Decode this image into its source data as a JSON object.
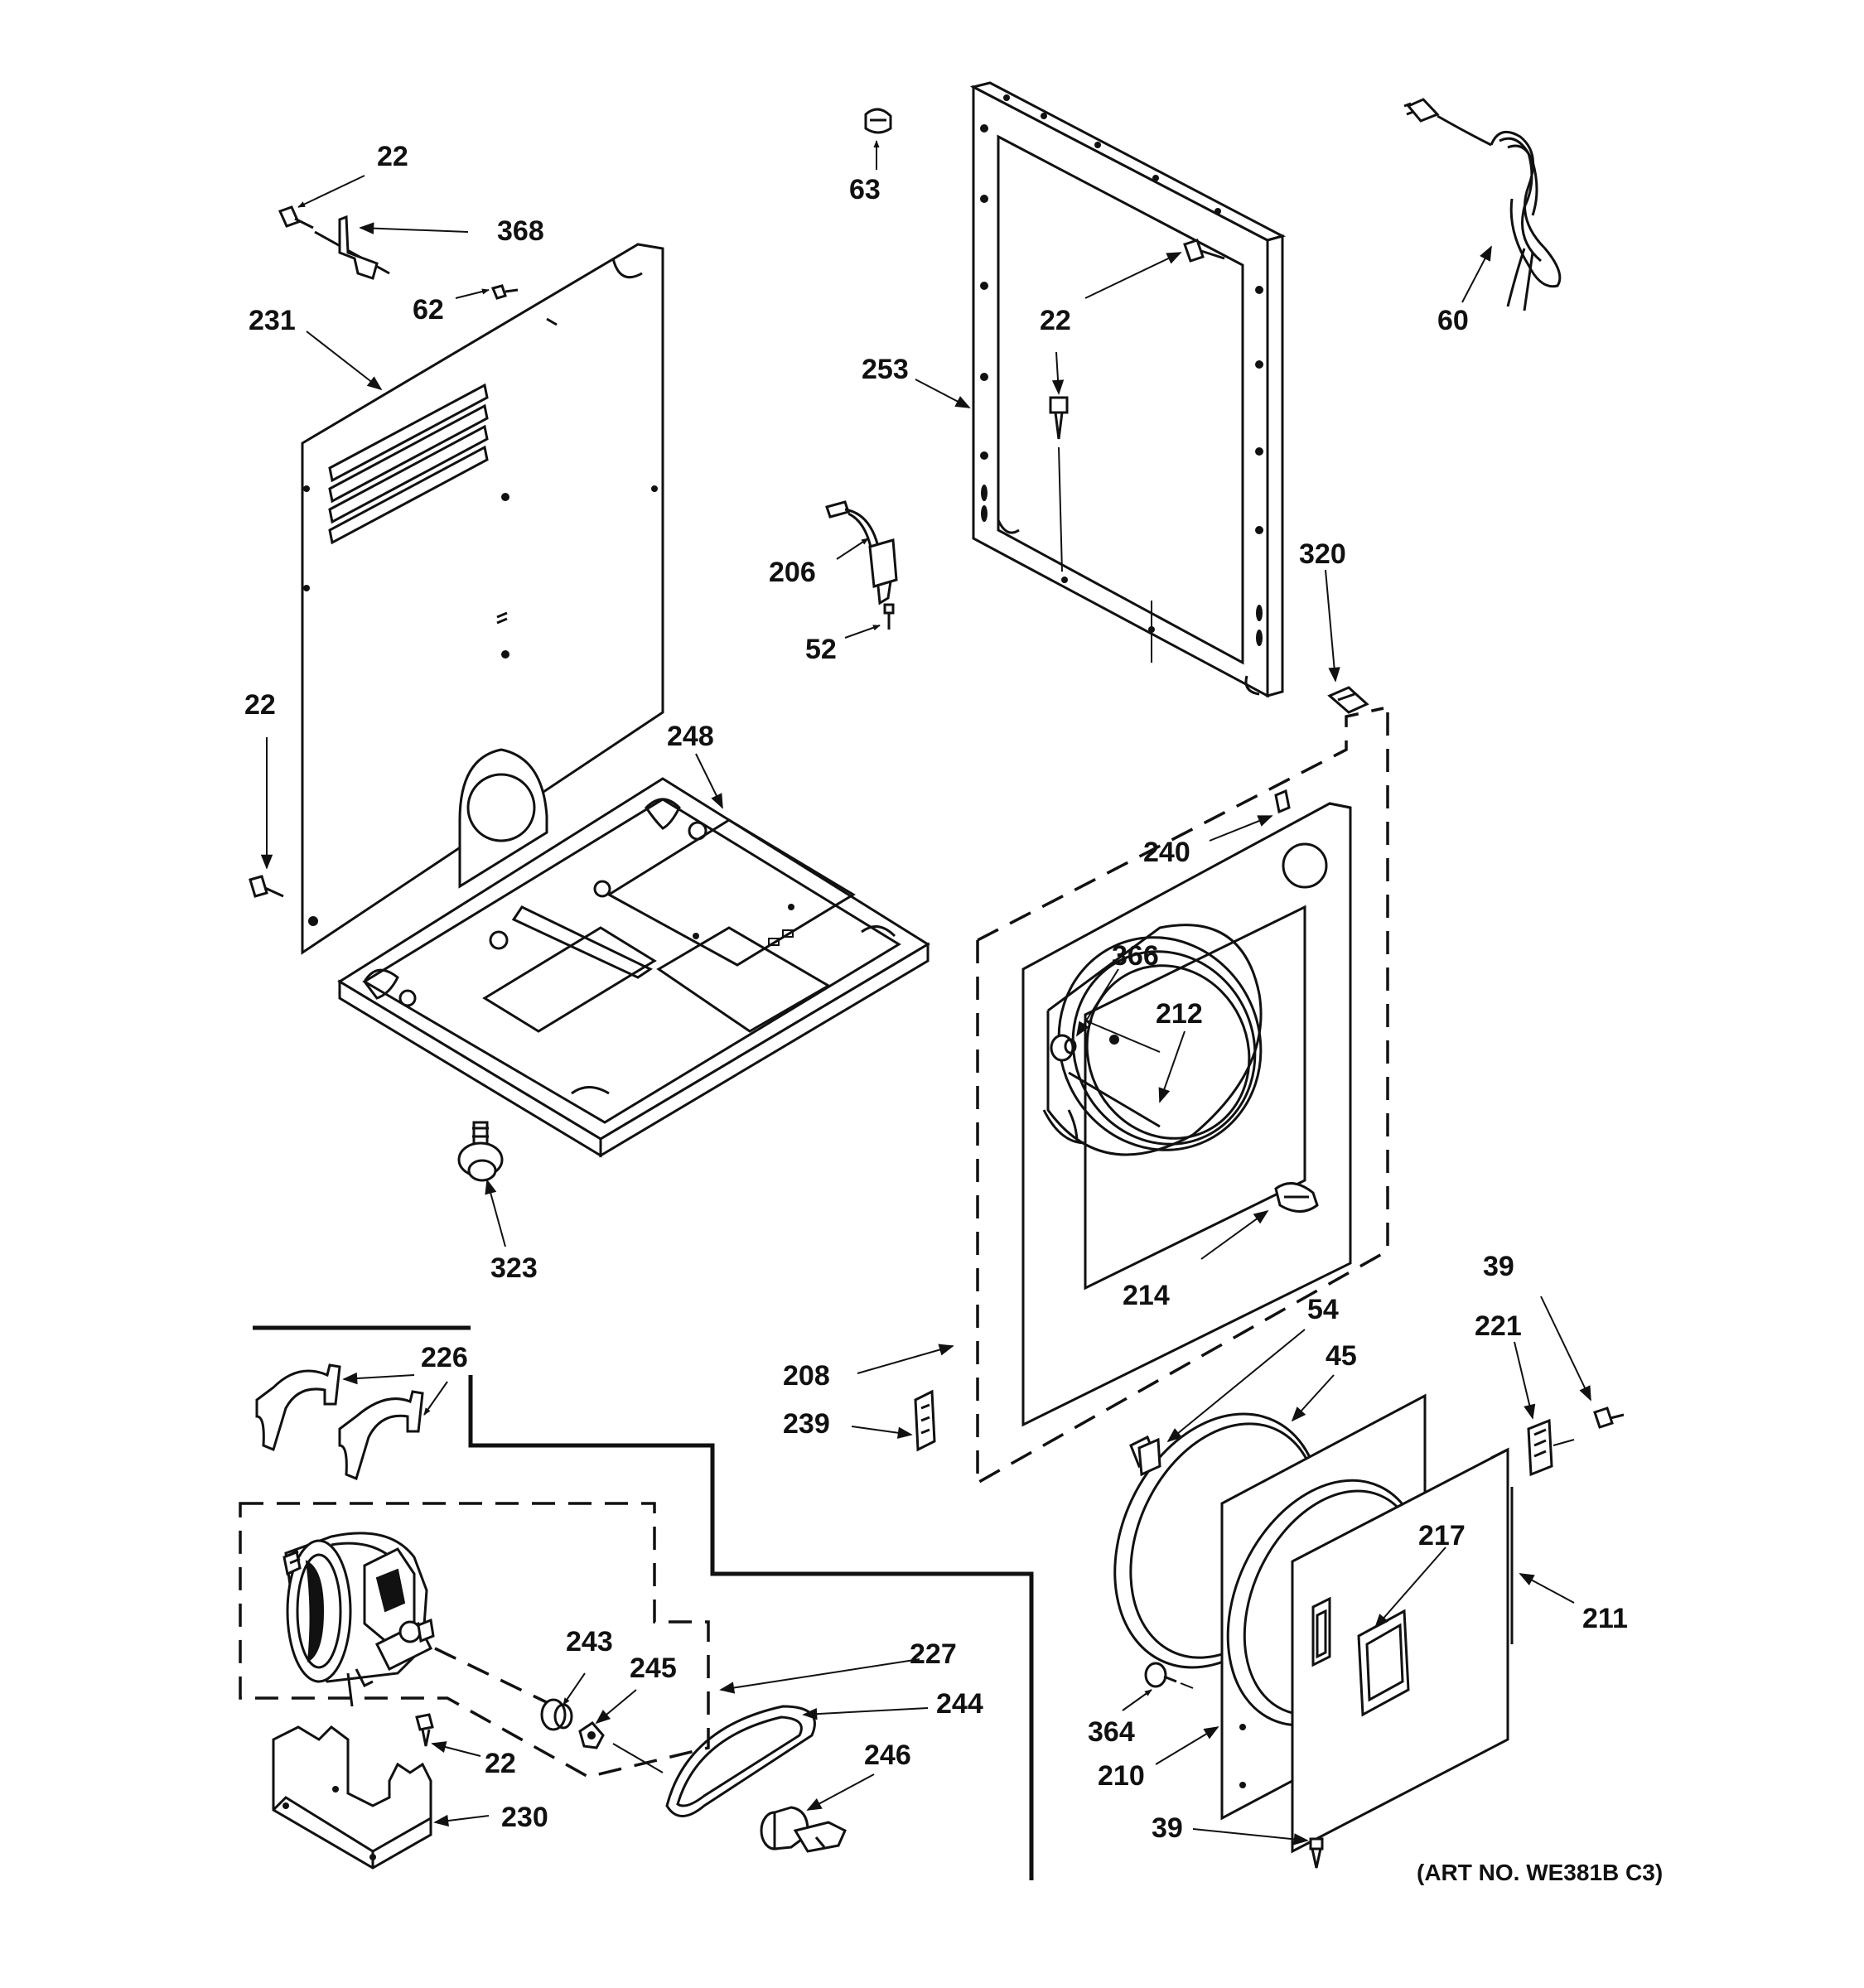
{
  "art_number": "(ART NO. WE381B C3)",
  "callouts": {
    "c22a": "22",
    "c368": "368",
    "c62": "62",
    "c231": "231",
    "c63": "63",
    "c22b": "22",
    "c253": "253",
    "c60": "60",
    "c206": "206",
    "c52": "52",
    "c320": "320",
    "c22c": "22",
    "c248": "248",
    "c240": "240",
    "c366": "366",
    "c212": "212",
    "c323": "323",
    "c214": "214",
    "c39a": "39",
    "c54": "54",
    "c45": "45",
    "c221": "221",
    "c226": "226",
    "c208": "208",
    "c239": "239",
    "c217": "217",
    "c211": "211",
    "c243": "243",
    "c227": "227",
    "c245": "245",
    "c244": "244",
    "c246": "246",
    "c364": "364",
    "c22d": "22",
    "c210": "210",
    "c230": "230",
    "c39b": "39"
  }
}
